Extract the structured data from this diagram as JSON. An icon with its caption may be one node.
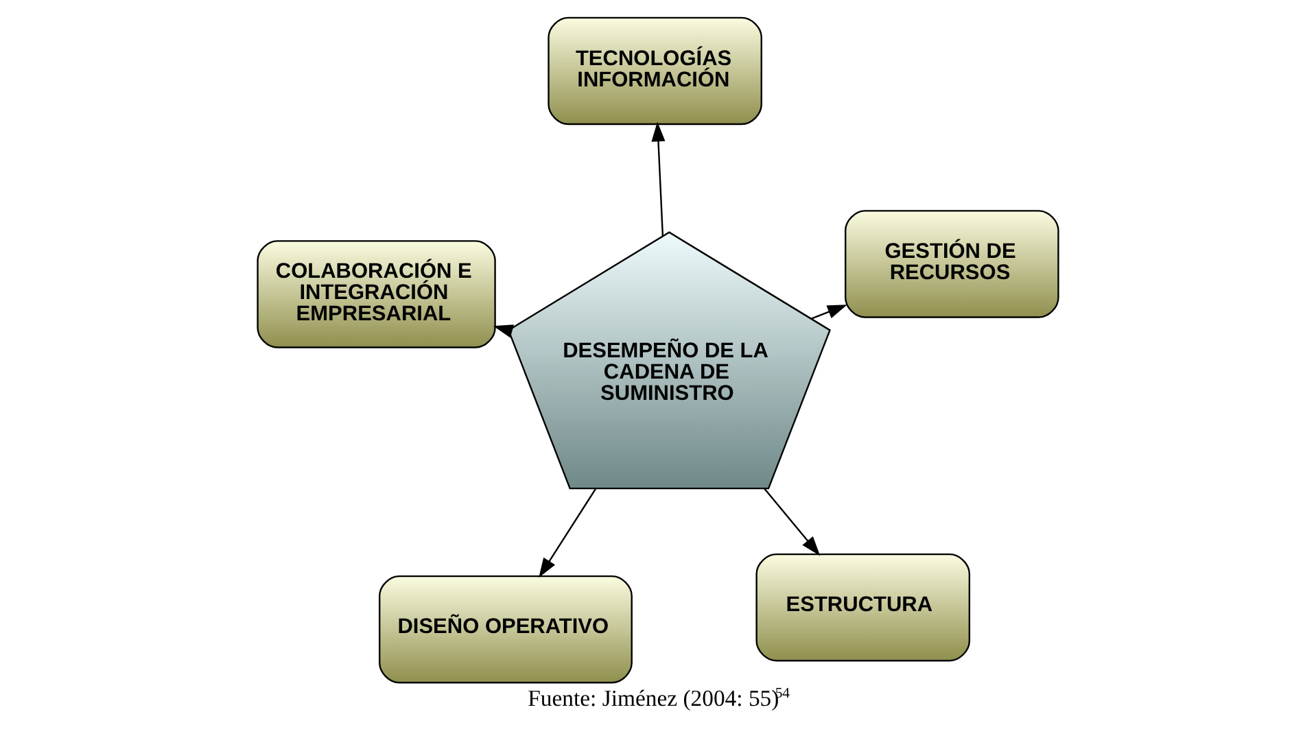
{
  "diagram": {
    "caption": "Fuente: Jiménez (2004: 55)$^{54}$",
    "nodes": [
      {
        "text": [
          "DESEMPEÑO DE LA CADENA DE SUMINISTRO"
        ]
      },
      {
        "text": [
          "ESTRUCTURA"
        ]
      },
      {
        "text": [
          "DISEÑO OPERATIVO"
        ]
      },
      {
        "text": [
          "COLABORACIÓN E INTEGRACIÓN EMPRESARIAL"
        ]
      },
      {
        "text": [
          "GESTIÓN DE RECURSOS"
        ]
      },
      {
        "text": [
          "TECNOLOGÍAS INFORMACIÓN"
        ]
      }
    ],
    "edges": [
      {
        "from": 0,
        "to": 1,
        "arrow": "to"
      },
      {
        "from": 0,
        "to": 2,
        "arrow": "to"
      },
      {
        "from": 0,
        "to": 3,
        "arrow": "to"
      },
      {
        "from": 0,
        "to": 4,
        "arrow": "to"
      },
      {
        "from": 0,
        "to": 5,
        "arrow": "to"
      }
    ]
  }
}
